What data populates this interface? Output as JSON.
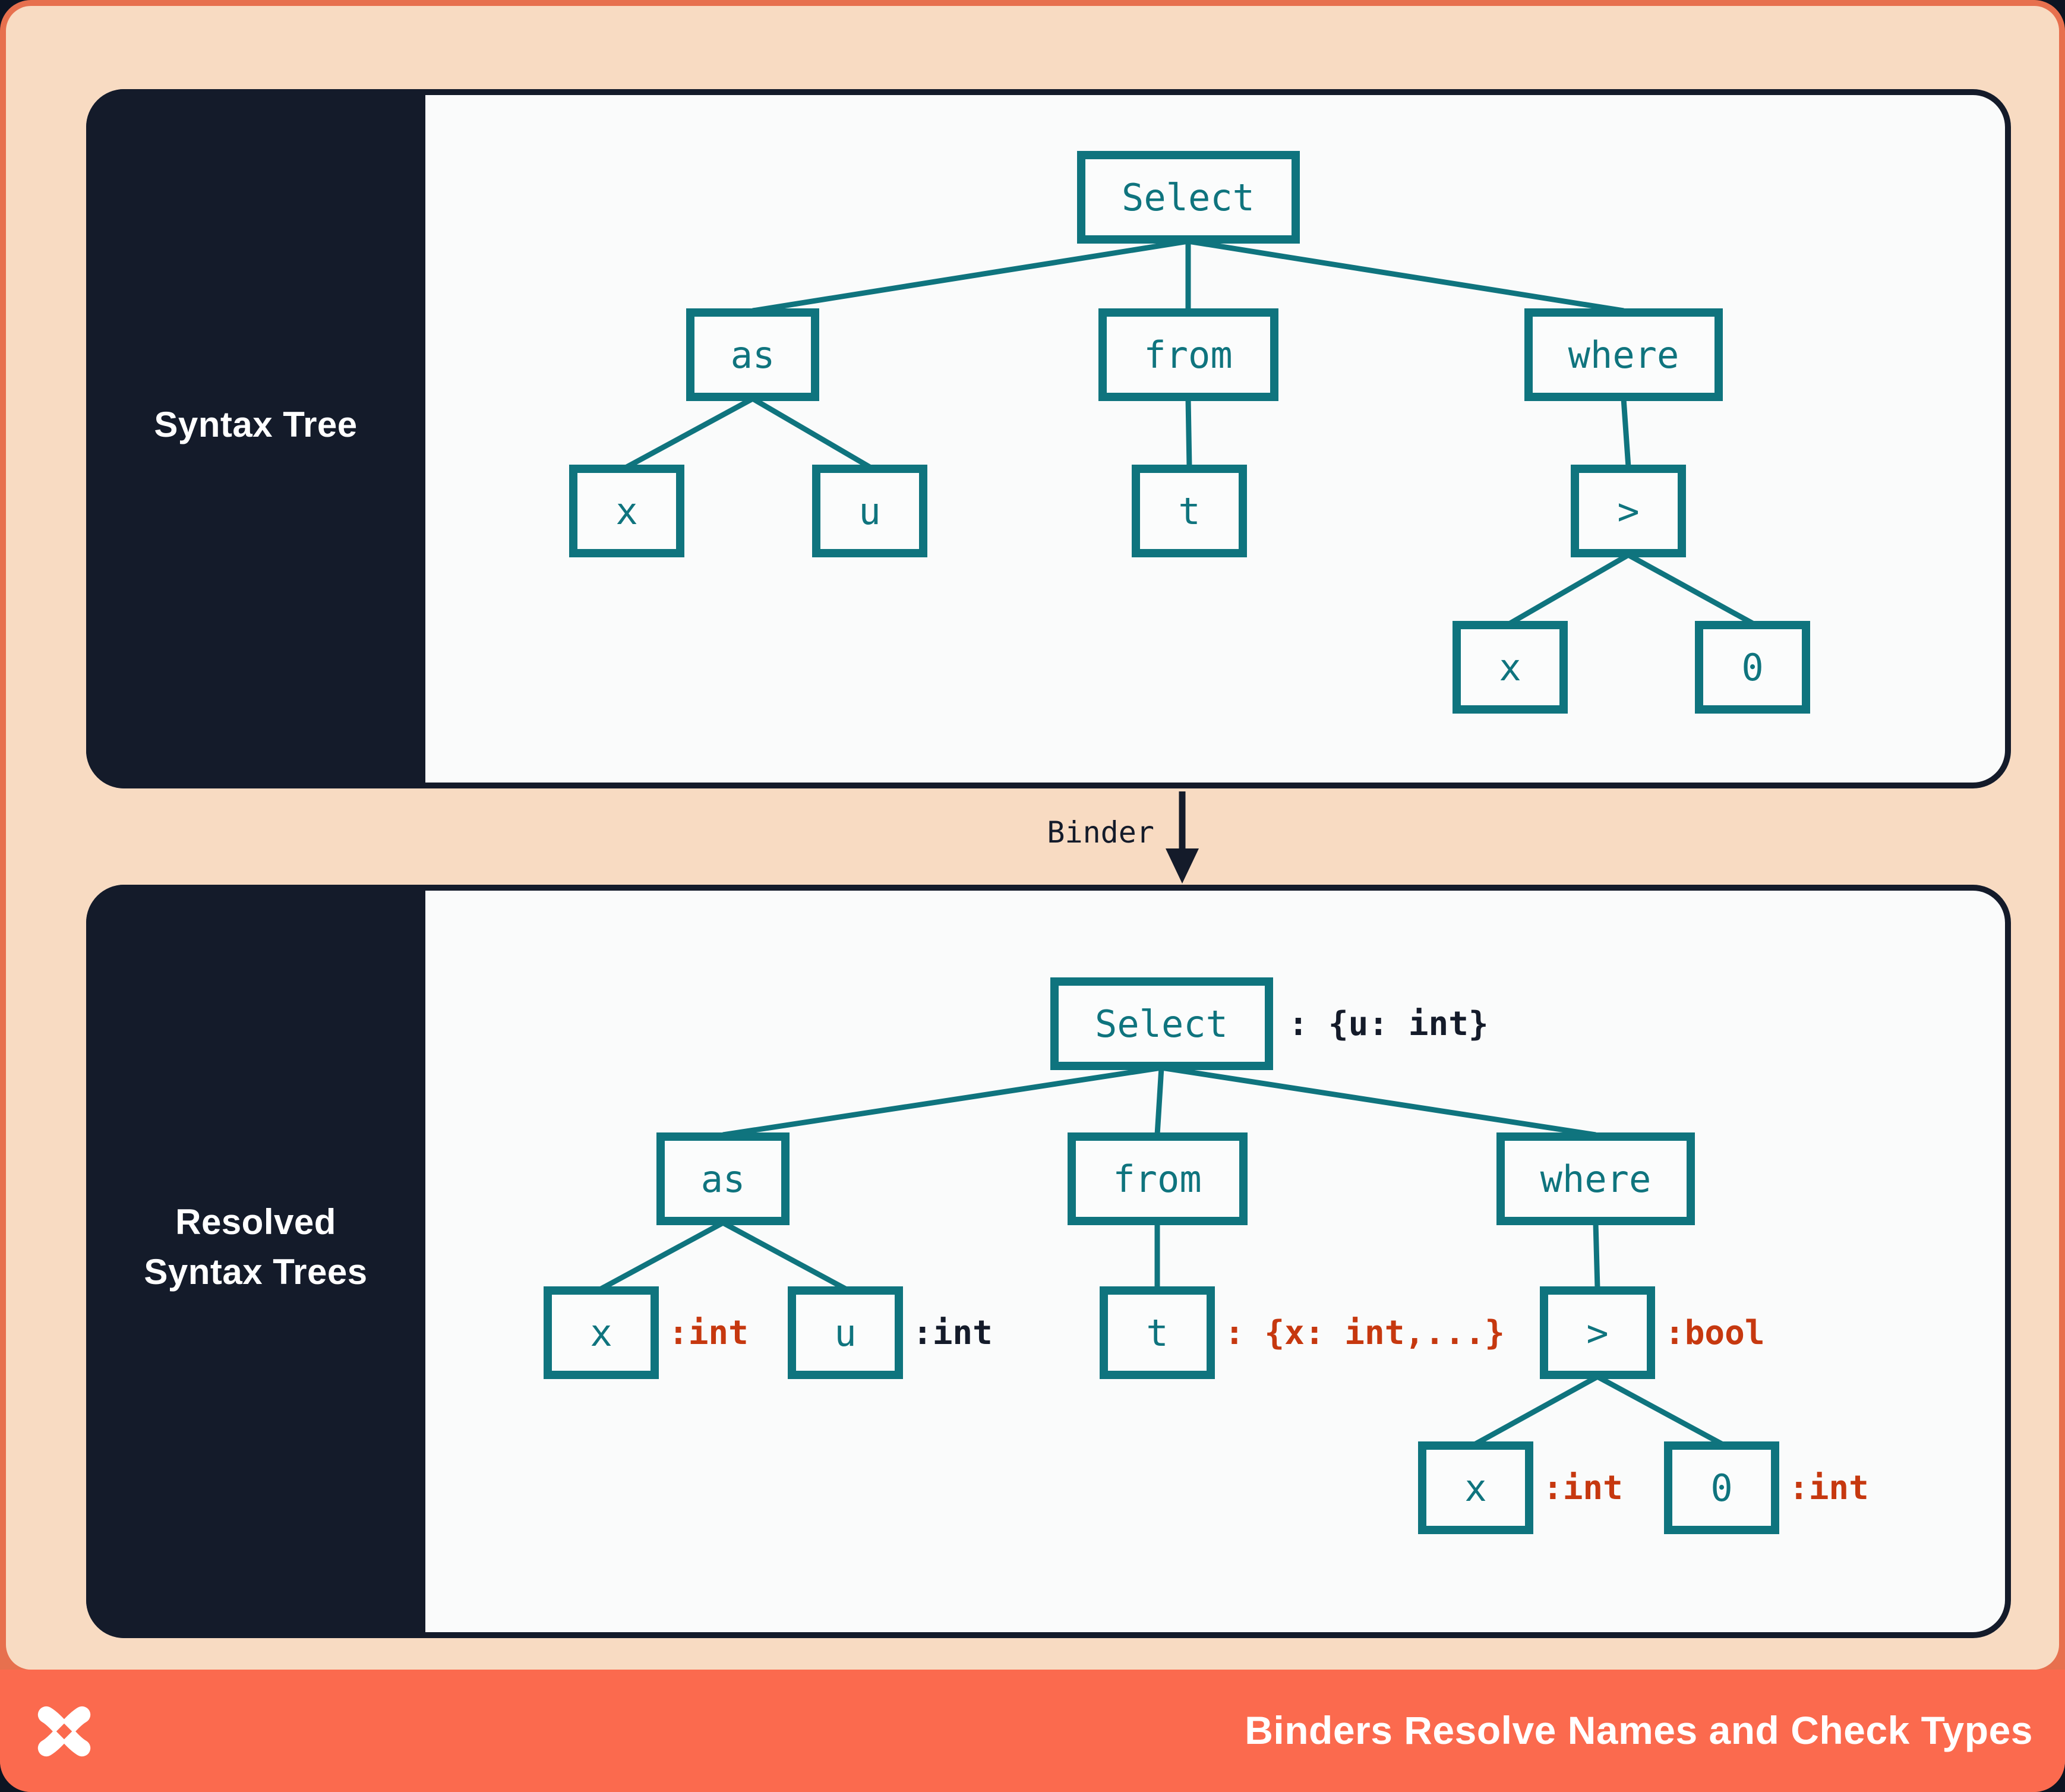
{
  "colors": {
    "teal": "#0f747e",
    "red": "#c6380f",
    "navy": "#141b2a",
    "peach": "#f8dbc2",
    "card_orange": "#e7704e",
    "footer_orange": "#fb6a4e",
    "panel_bg": "#fafbfb",
    "white": "#ffffff"
  },
  "syntax_panel": {
    "label": "Syntax Tree",
    "tree": {
      "nodes": [
        {
          "id": "sel",
          "label": "Select"
        },
        {
          "id": "as",
          "label": "as"
        },
        {
          "id": "from",
          "label": "from"
        },
        {
          "id": "where",
          "label": "where"
        },
        {
          "id": "x",
          "label": "x"
        },
        {
          "id": "u",
          "label": "u"
        },
        {
          "id": "t",
          "label": "t"
        },
        {
          "id": "gt",
          "label": ">"
        },
        {
          "id": "x2",
          "label": "x"
        },
        {
          "id": "zero",
          "label": "0"
        }
      ],
      "edges": [
        [
          "sel",
          "as"
        ],
        [
          "sel",
          "from"
        ],
        [
          "sel",
          "where"
        ],
        [
          "as",
          "x"
        ],
        [
          "as",
          "u"
        ],
        [
          "from",
          "t"
        ],
        [
          "where",
          "gt"
        ],
        [
          "gt",
          "x2"
        ],
        [
          "gt",
          "zero"
        ]
      ]
    }
  },
  "binder": {
    "label": "Binder"
  },
  "resolved_panel": {
    "label_line1": "Resolved",
    "label_line2": "Syntax Trees",
    "tree": {
      "nodes": [
        {
          "id": "sel",
          "label": "Select",
          "annotation": ": {u: int}",
          "annotation_style": "navy"
        },
        {
          "id": "as",
          "label": "as"
        },
        {
          "id": "from",
          "label": "from"
        },
        {
          "id": "where",
          "label": "where"
        },
        {
          "id": "x",
          "label": "x",
          "annotation": ":int",
          "annotation_style": "red"
        },
        {
          "id": "u",
          "label": "u",
          "annotation": ":int",
          "annotation_style": "navy"
        },
        {
          "id": "t",
          "label": "t",
          "annotation": ": {x: int,...}",
          "annotation_style": "red"
        },
        {
          "id": "gt",
          "label": ">",
          "annotation": ":bool",
          "annotation_style": "red"
        },
        {
          "id": "x2",
          "label": "x",
          "annotation": ":int",
          "annotation_style": "red"
        },
        {
          "id": "zero",
          "label": "0",
          "annotation": ":int",
          "annotation_style": "red"
        }
      ],
      "edges": [
        [
          "sel",
          "as"
        ],
        [
          "sel",
          "from"
        ],
        [
          "sel",
          "where"
        ],
        [
          "as",
          "x"
        ],
        [
          "as",
          "u"
        ],
        [
          "from",
          "t"
        ],
        [
          "where",
          "gt"
        ],
        [
          "gt",
          "x2"
        ],
        [
          "gt",
          "zero"
        ]
      ]
    }
  },
  "footer": {
    "title": "Binders Resolve Names and Check Types",
    "logo": "pinwheel-x-logo"
  }
}
